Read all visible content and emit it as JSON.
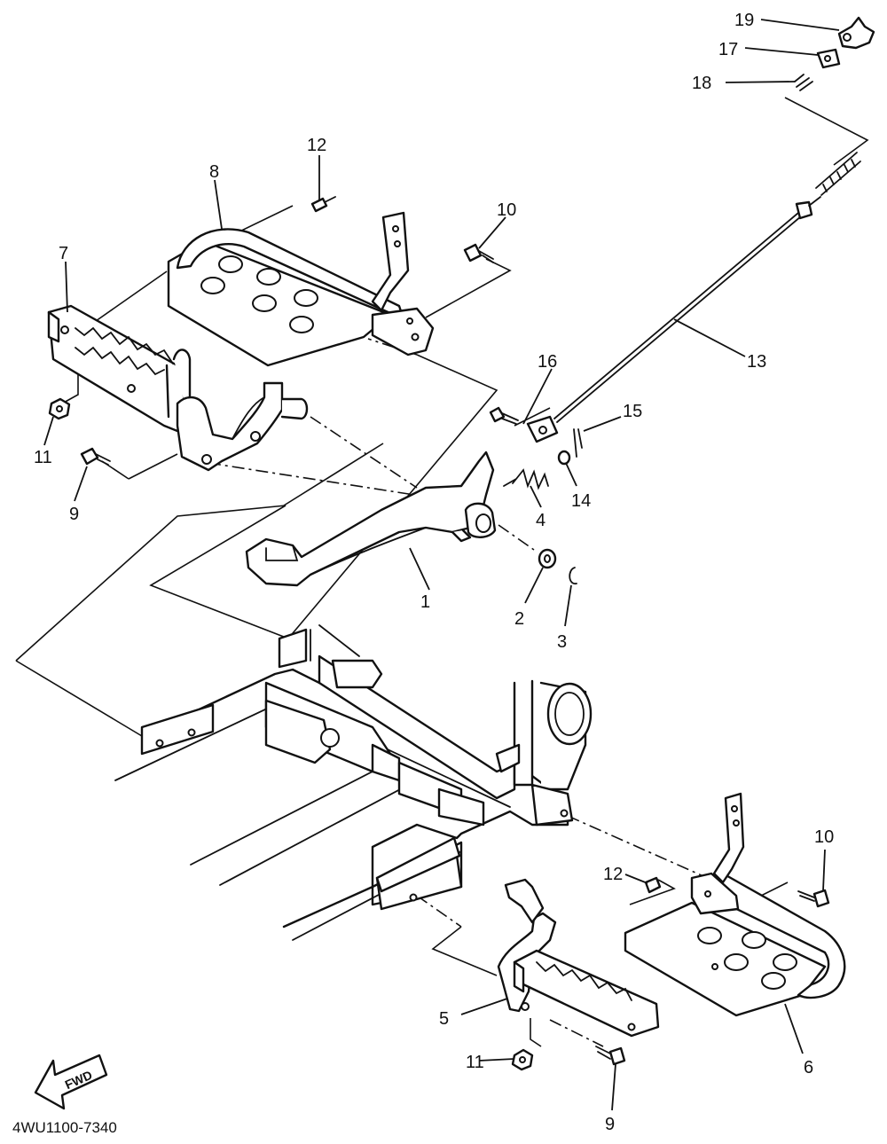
{
  "diagram_code": "4WU1100-7340",
  "fwd_label": "FWD",
  "callouts": {
    "c1": "1",
    "c2": "2",
    "c3": "3",
    "c4": "4",
    "c5": "5",
    "c6": "6",
    "c7": "7",
    "c8": "8",
    "c9a": "9",
    "c9b": "9",
    "c10a": "10",
    "c10b": "10",
    "c11a": "11",
    "c11b": "11",
    "c12a": "12",
    "c12b": "12",
    "c13": "13",
    "c14": "14",
    "c15": "15",
    "c16": "16",
    "c17": "17",
    "c18": "18",
    "c19": "19"
  }
}
